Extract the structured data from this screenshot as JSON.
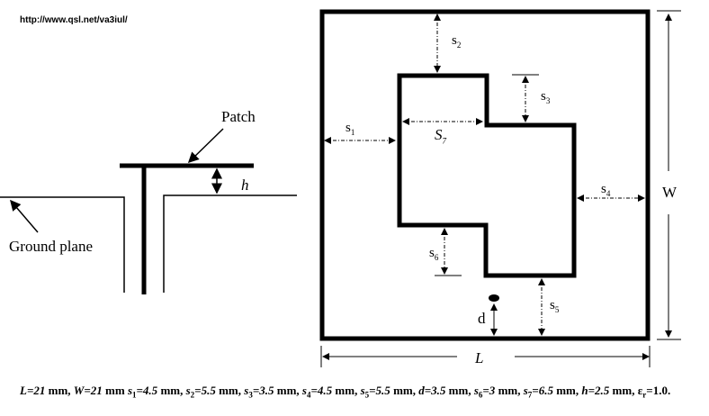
{
  "url": "http://www.qsl.net/va3iul/",
  "labels": {
    "patch": "Patch",
    "ground": "Ground plane",
    "h": "h",
    "W": "W",
    "L": "L",
    "d": "d",
    "s1": "s",
    "s1_sub": "1",
    "s2": "s",
    "s2_sub": "2",
    "s3": "s",
    "s3_sub": "3",
    "s4": "s",
    "s4_sub": "4",
    "s5": "s",
    "s5_sub": "5",
    "s6": "s",
    "s6_sub": "6",
    "s7": "S",
    "s7_sub": "7"
  },
  "caption": [
    {
      "v": "L",
      "sub": "",
      "val": "=21",
      " unit": " mm, "
    },
    {
      "v": "W",
      "sub": "",
      "val": "=21",
      "unit": " mm "
    },
    {
      "v": "s",
      "sub": "1",
      "val": "=4.5",
      "unit": " mm, "
    },
    {
      "v": "s",
      "sub": "2",
      "val": "=5.5",
      "unit": " mm, "
    },
    {
      "v": "s",
      "sub": "3",
      "val": "=3.5",
      "unit": " mm, "
    },
    {
      "v": "s",
      "sub": "4",
      "val": "=4.5",
      "unit": " mm, "
    },
    {
      "v": "s",
      "sub": "5",
      "val": "=5.5",
      "unit": " mm, "
    },
    {
      "v": "d",
      "sub": "",
      "val": "=3.5",
      "unit": " mm, "
    },
    {
      "v": "s",
      "sub": "6",
      "val": "=3",
      "unit": " mm, "
    },
    {
      "v": "s",
      "sub": "7",
      "val": "=6.5",
      "unit": " mm, "
    },
    {
      "v": "h",
      "sub": "",
      "val": "=2.5",
      "unit": " mm, "
    },
    {
      "v": "ε",
      "sub": "r",
      "val": "=1.0.",
      "unit": ""
    }
  ]
}
